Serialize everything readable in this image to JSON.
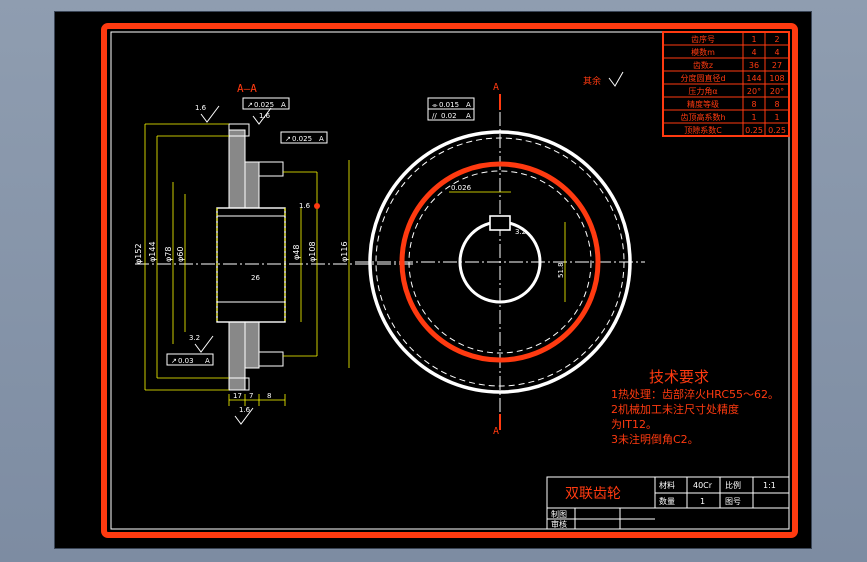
{
  "drawing": {
    "section_label": "A–A",
    "cut_mark_top": "A",
    "cut_mark_bottom": "A",
    "roughness_other": "其余",
    "title_block": {
      "drawing_name": "双联齿轮",
      "material_label": "材料",
      "material_value": "40Cr",
      "scale_label": "比例",
      "scale_value": "1:1",
      "quantity_label": "数量",
      "quantity_value": "1",
      "drawing_no_label": "图号",
      "drawing_no_value": "",
      "drawn_by_label": "制图",
      "checked_by_label": "审核"
    },
    "gear_table": {
      "rows": [
        {
          "param": "齿序号",
          "v1": "1",
          "v2": "2"
        },
        {
          "param": "模数m",
          "v1": "4",
          "v2": "4"
        },
        {
          "param": "齿数z",
          "v1": "36",
          "v2": "27"
        },
        {
          "param": "分度圆直径d",
          "v1": "144",
          "v2": "108"
        },
        {
          "param": "压力角α",
          "v1": "20°",
          "v2": "20°"
        },
        {
          "param": "精度等级",
          "v1": "8",
          "v2": "8"
        },
        {
          "param": "齿顶高系数h",
          "v1": "1",
          "v2": "1"
        },
        {
          "param": "顶隙系数C",
          "v1": "0.25",
          "v2": "0.25"
        }
      ]
    },
    "tech_requirements": {
      "title": "技术要求",
      "items": [
        "1热处理：齿部淬火HRC55～62。",
        "2机械加工未注尺寸处精度",
        "为IT12。",
        "3未注明倒角C2。"
      ]
    },
    "annotations": {
      "tol_runout_1": "0.025",
      "tol_runout_2": "0.025",
      "tol_runout_3": "0.03",
      "tol_runout_4": "0.015",
      "tol_parallel": "0.02",
      "datum": "A",
      "tol_symmetry": "0.026",
      "rough_1_6a": "1.6",
      "rough_1_6b": "1.6",
      "rough_1_6c": "1.6",
      "rough_1_6d": "1.6",
      "rough_3_2a": "3.2",
      "rough_3_2b": "3.2",
      "dim_od1": "φ152",
      "dim_d1": "φ144",
      "dim_d2": "φ78",
      "dim_d3": "φ60",
      "dim_bore": "φ48",
      "dim_d4": "φ108",
      "dim_od2": "φ116",
      "dim_keyway": "51.8",
      "dim_b1": "17",
      "dim_b2": "7",
      "dim_b3": "8",
      "dim_b4": "26"
    }
  }
}
